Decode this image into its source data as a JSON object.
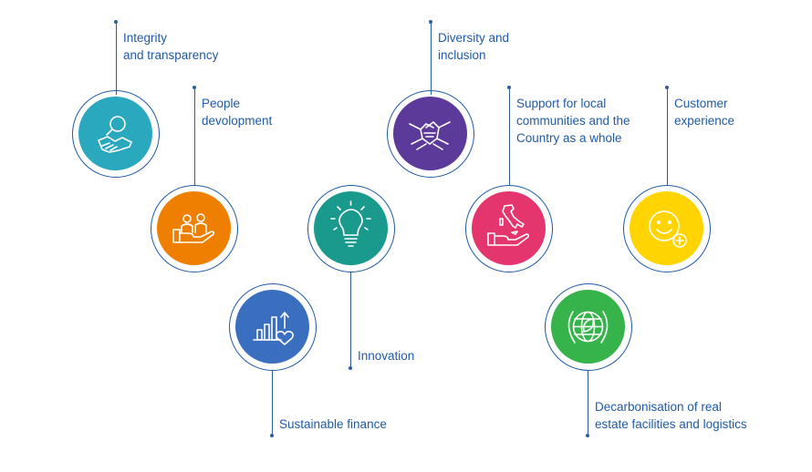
{
  "items": [
    {
      "id": "integrity",
      "label": "Integrity\nand transparency",
      "color": "#2aa8bd",
      "icon": "handshake-magnifier-icon"
    },
    {
      "id": "people",
      "label": "People\ndevolopment",
      "color": "#ee7f00",
      "icon": "people-on-hand-icon"
    },
    {
      "id": "finance",
      "label": "Sustainable finance",
      "color": "#3a6fc0",
      "icon": "bar-chart-heart-icon"
    },
    {
      "id": "innovation",
      "label": "Innovation",
      "color": "#1a9a8d",
      "icon": "lightbulb-icon"
    },
    {
      "id": "diversity",
      "label": "Diversity and\ninclusion",
      "color": "#5b3a99",
      "icon": "joined-hands-icon"
    },
    {
      "id": "communities",
      "label": "Support for local\ncommunities and the\nCountry as a whole",
      "color": "#e5356f",
      "icon": "italy-on-hand-icon"
    },
    {
      "id": "customer",
      "label": "Customer\nexperience",
      "color": "#ffd400",
      "icon": "smiley-plus-icon"
    },
    {
      "id": "decarbonisation",
      "label": "Decarbonisation of real\nestate facilities and logistics",
      "color": "#36b34a",
      "icon": "globe-leaf-icon"
    }
  ]
}
